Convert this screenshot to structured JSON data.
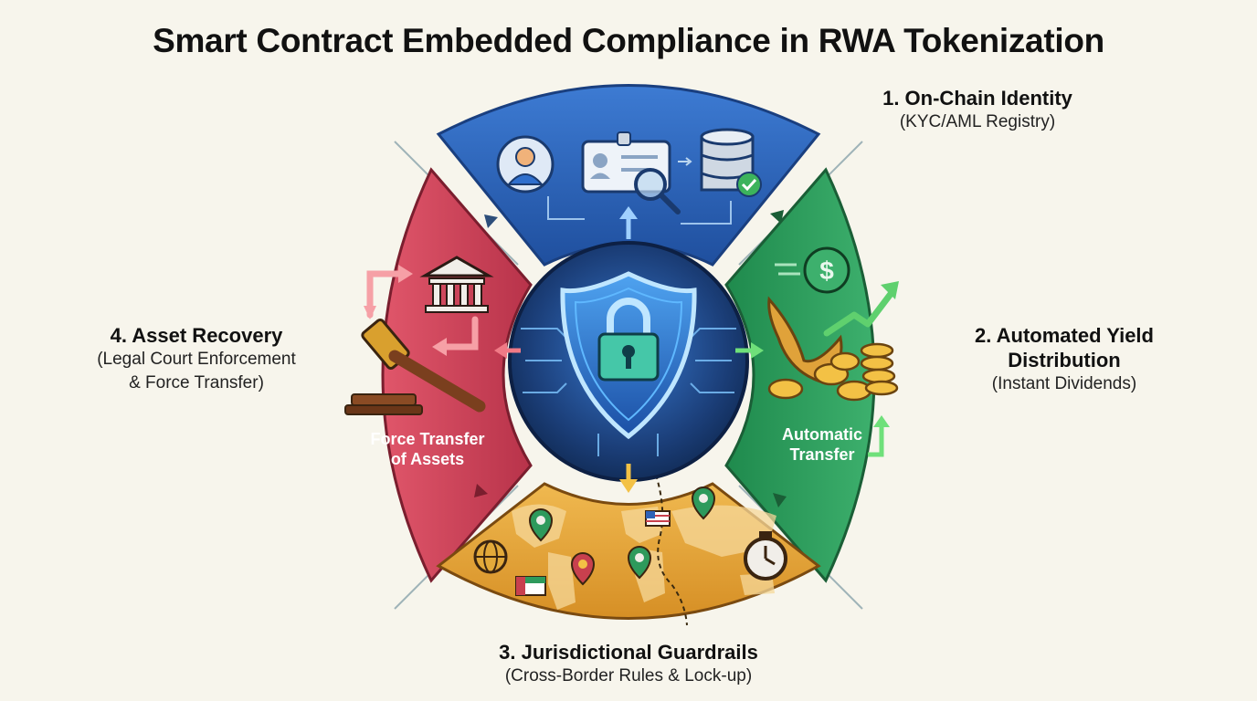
{
  "title": "Smart Contract Embedded Compliance in RWA Tokenization",
  "pillars": {
    "identity": {
      "title": "1. On-Chain Identity",
      "subtitle": "(KYC/AML Registry)",
      "color": "#2d62b8"
    },
    "yield": {
      "title_line1": "2. Automated Yield",
      "title_line2": "Distribution",
      "subtitle": "(Instant Dividends)",
      "caption_line1": "Automatic",
      "caption_line2": "Transfer",
      "color": "#2e9a5c"
    },
    "jurisdiction": {
      "title": "3. Jurisdictional Guardrails",
      "subtitle": "(Cross-Border Rules & Lock-up)",
      "color": "#e3a93a"
    },
    "recovery": {
      "title": "4. Asset Recovery",
      "subtitle_line1": "(Legal Court Enforcement",
      "subtitle_line2": "& Force Transfer)",
      "caption_line1": "Force Transfer",
      "caption_line2": "of Assets",
      "color": "#c8404e"
    }
  },
  "center": {
    "icon": "shield-lock-icon",
    "color": "#1b3e78"
  }
}
